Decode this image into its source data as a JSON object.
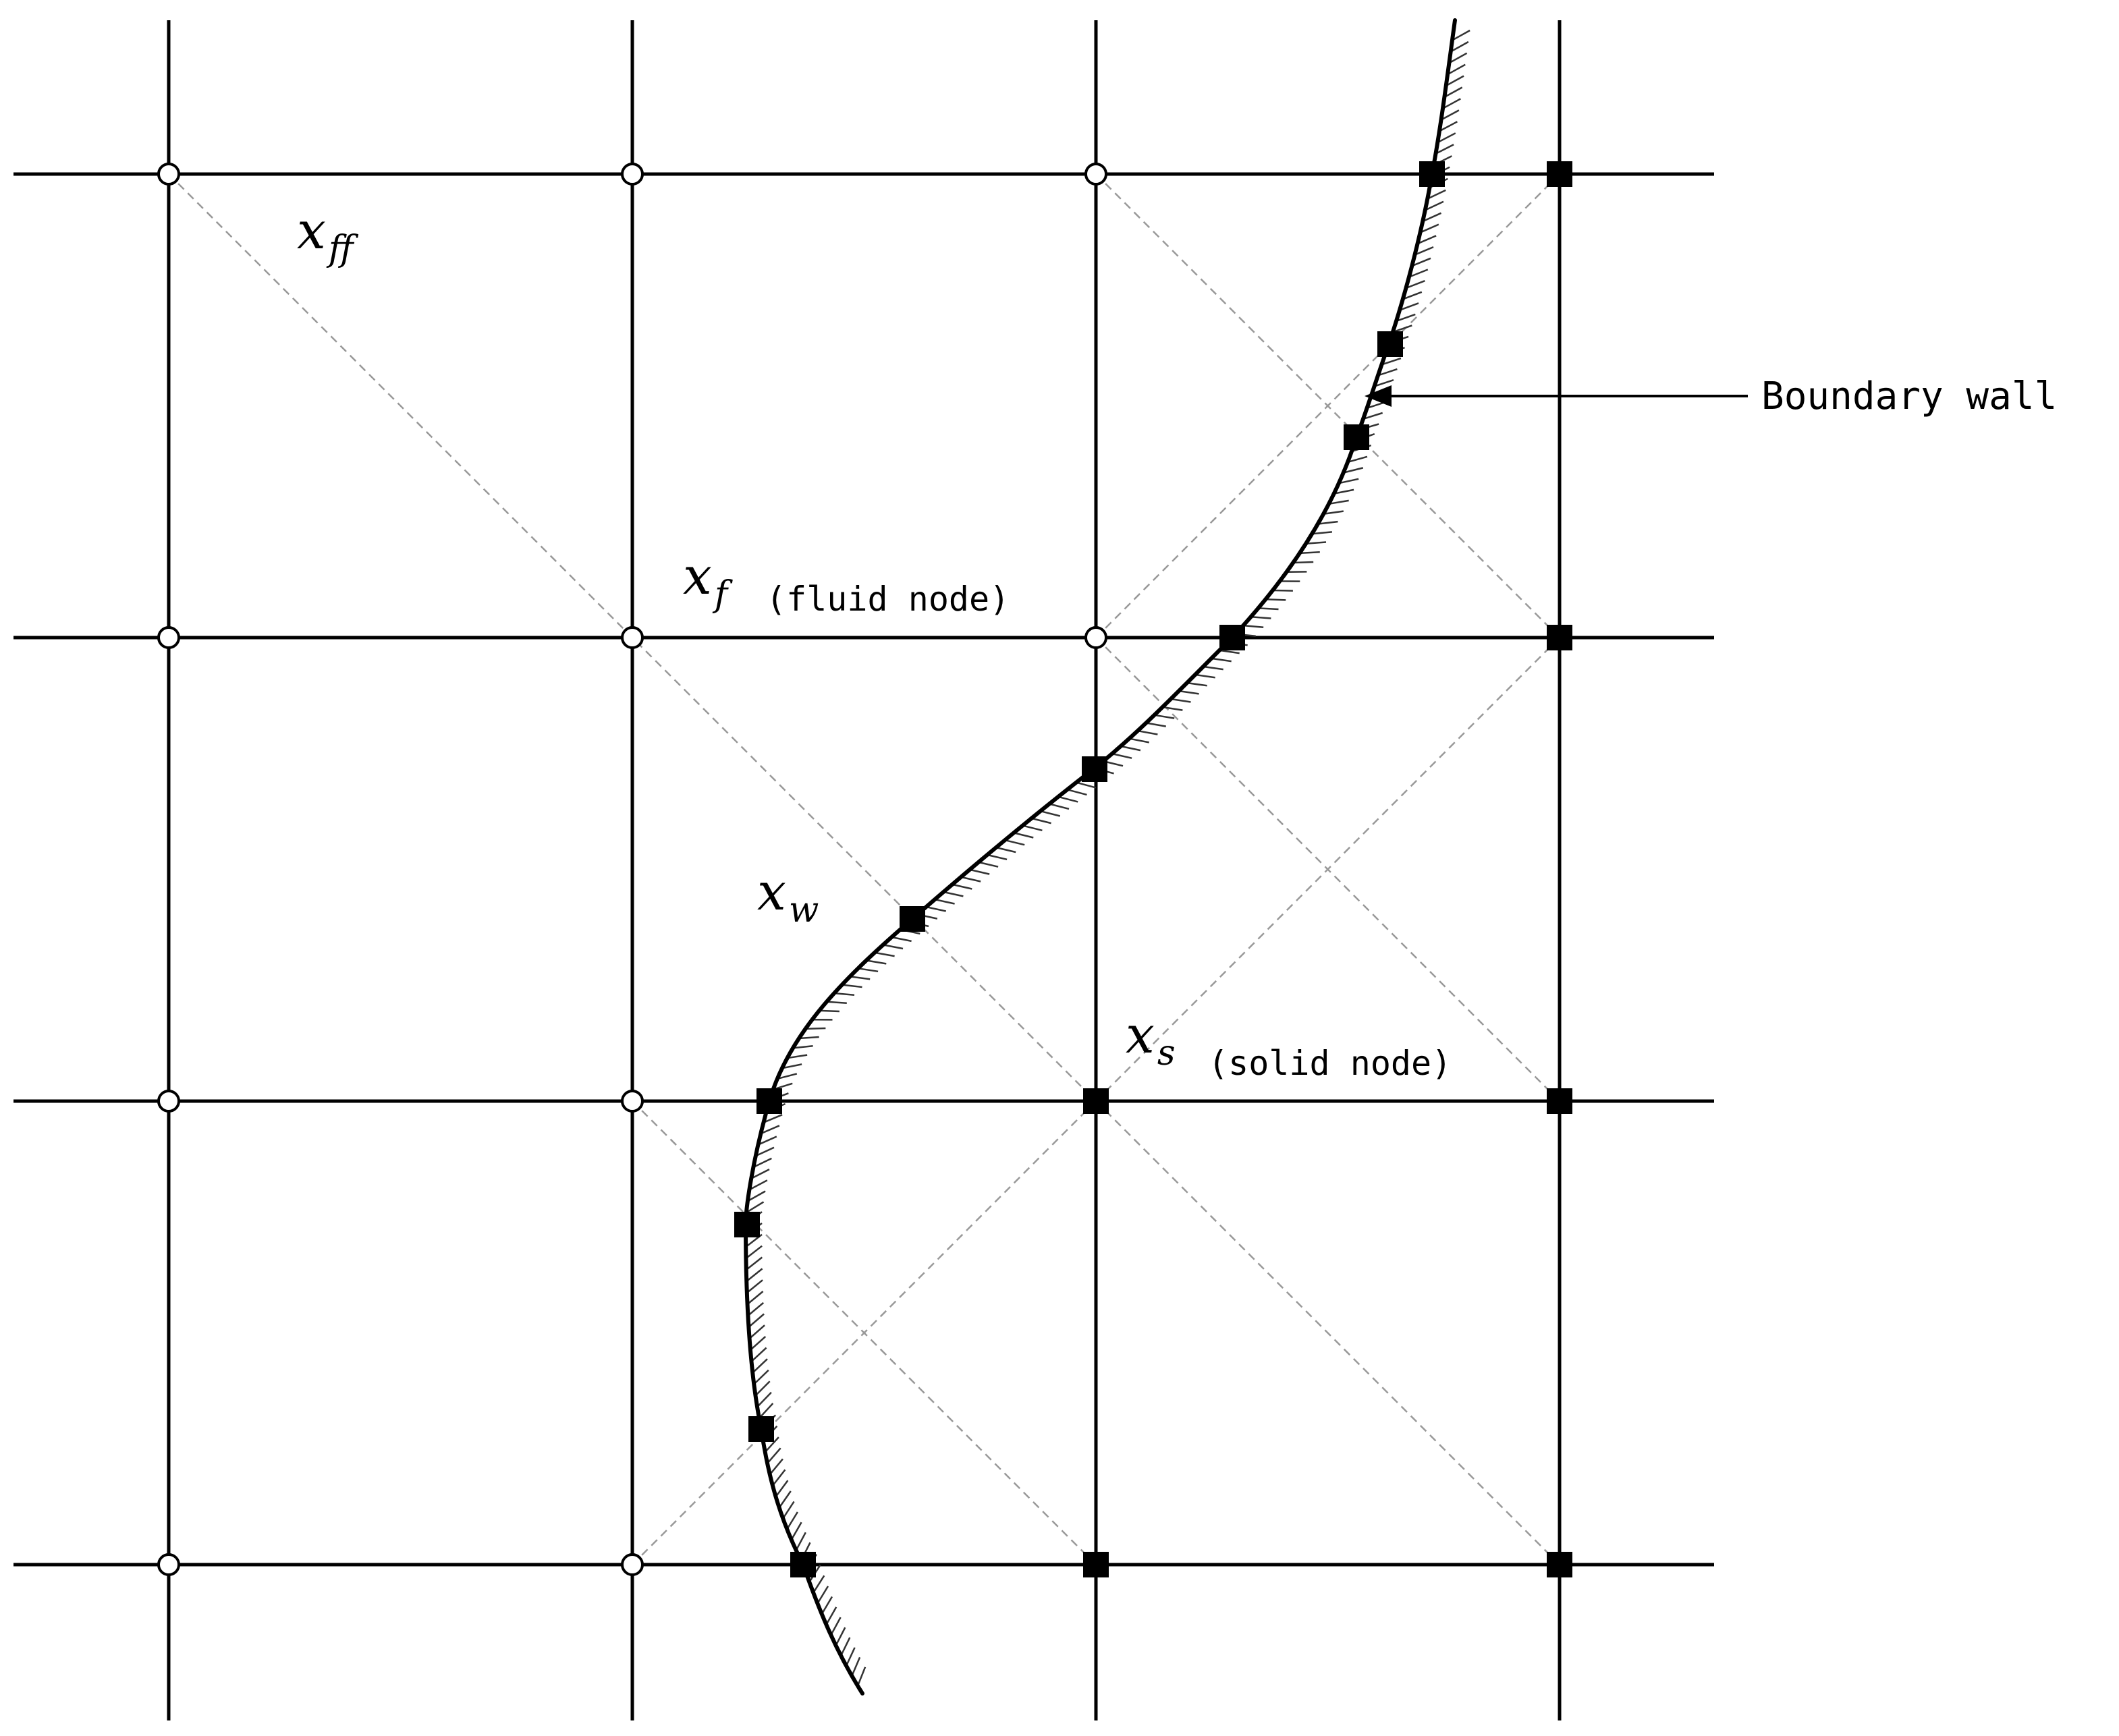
{
  "diagram": {
    "labels": {
      "x_ff": {
        "base": "x",
        "sub": "ff"
      },
      "x_f": {
        "base": "x",
        "sub": "f",
        "note": "(fluid node)"
      },
      "x_w": {
        "base": "x",
        "sub": "w"
      },
      "x_s": {
        "base": "x",
        "sub": "s",
        "note": "(solid node)"
      }
    },
    "callout": {
      "text": "Boundary wall"
    },
    "colors": {
      "grid": "#000000",
      "diagonal": "#999999",
      "node_fill_fluid": "#ffffff",
      "node_fill_solid": "#000000"
    },
    "legend_icons": {
      "fluid_node": "open-circle",
      "solid_node": "filled-square"
    }
  }
}
